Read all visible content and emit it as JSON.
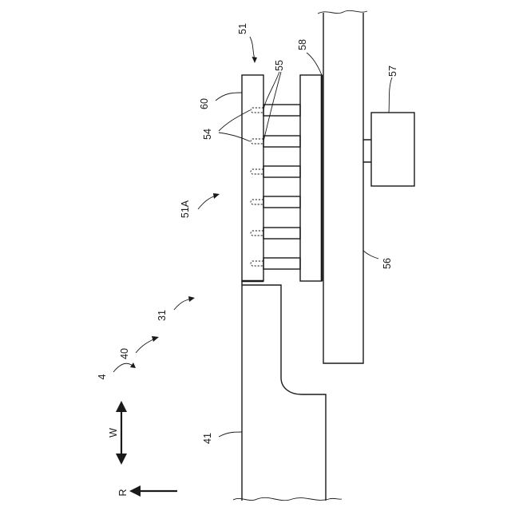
{
  "labels": {
    "ref_51": "51",
    "ref_55": "55",
    "ref_58": "58",
    "ref_57": "57",
    "ref_60": "60",
    "ref_54": "54",
    "ref_51A": "51A",
    "ref_56": "56",
    "ref_31": "31",
    "ref_40": "40",
    "ref_4": "4",
    "ref_41": "41",
    "axis_w": "W",
    "axis_r": "R"
  }
}
